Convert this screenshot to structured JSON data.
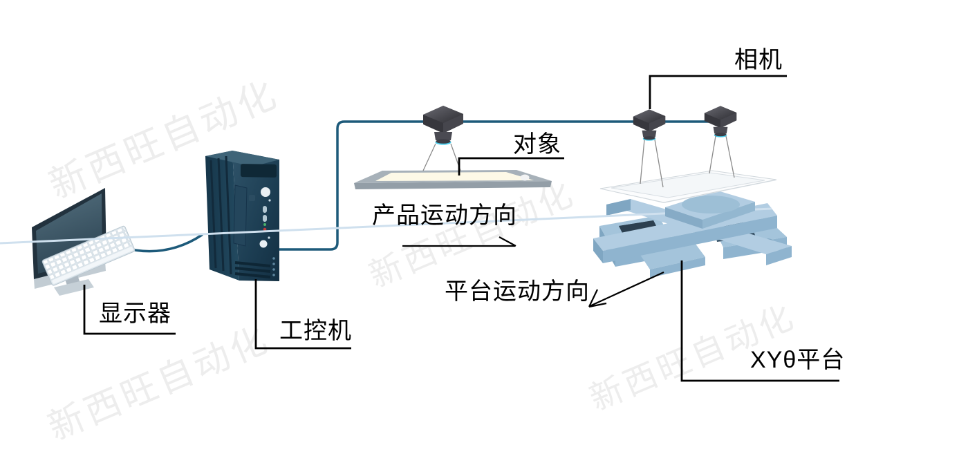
{
  "app": {
    "type": "machine-vision-system-diagram",
    "background": "#ffffff"
  },
  "watermark": {
    "text": "新西旺自动化",
    "color": "#ededed",
    "count": 4
  },
  "labels": {
    "monitor": "显示器",
    "industrial_pc": "工控机",
    "camera": "相机",
    "object": "对象",
    "product_motion_direction": "产品运动方向",
    "platform_motion_direction": "平台运动方向",
    "xy_theta_platform": "XYθ平台"
  },
  "icons": {
    "monitor": "desktop-monitor-with-keyboard",
    "industrial_pc": "tower-computer",
    "camera": "industrial-camera",
    "object": "tablet-device",
    "stage_object": "tablet-device",
    "platform": "xy-theta-motion-stage"
  },
  "colors": {
    "cable": "#1d5a7a",
    "leader_line": "#000000",
    "label_text": "#000000",
    "watermark": "#ededed",
    "camera_body": "#3c3c42",
    "lens_glow": "#4ad0ee",
    "pc_body": "#1c3d52",
    "monitor_screen": "#3c5466",
    "stage_blue": "#a9c8de",
    "object_screen": "#fdf9e7"
  }
}
